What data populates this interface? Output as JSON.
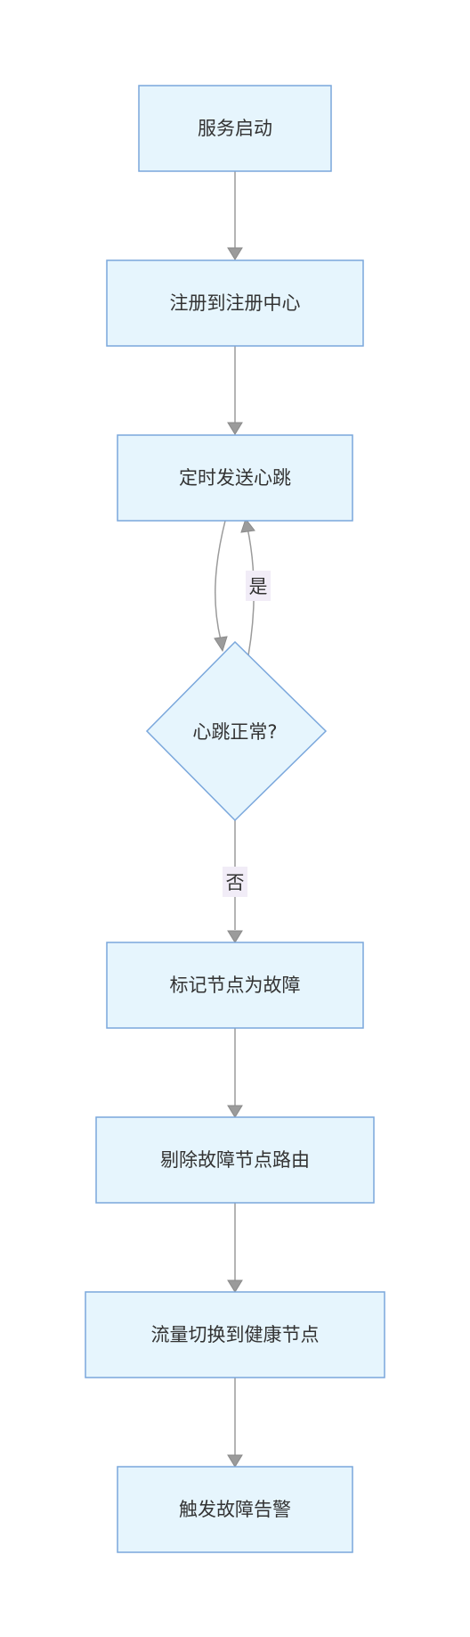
{
  "nodes": {
    "start": "服务启动",
    "register": "注册到注册中心",
    "heartbeat": "定时发送心跳",
    "check": "心跳正常?",
    "mark": "标记节点为故障",
    "remove": "剔除故障节点路由",
    "switch": "流量切换到健康节点",
    "alert": "触发故障告警"
  },
  "edges": {
    "yes": "是",
    "no": "否"
  },
  "colors": {
    "node_fill": "#e6f5fd",
    "node_stroke": "#7aa7dc",
    "edge": "#9b9b9b",
    "label_bg": "#f1ecf7"
  }
}
